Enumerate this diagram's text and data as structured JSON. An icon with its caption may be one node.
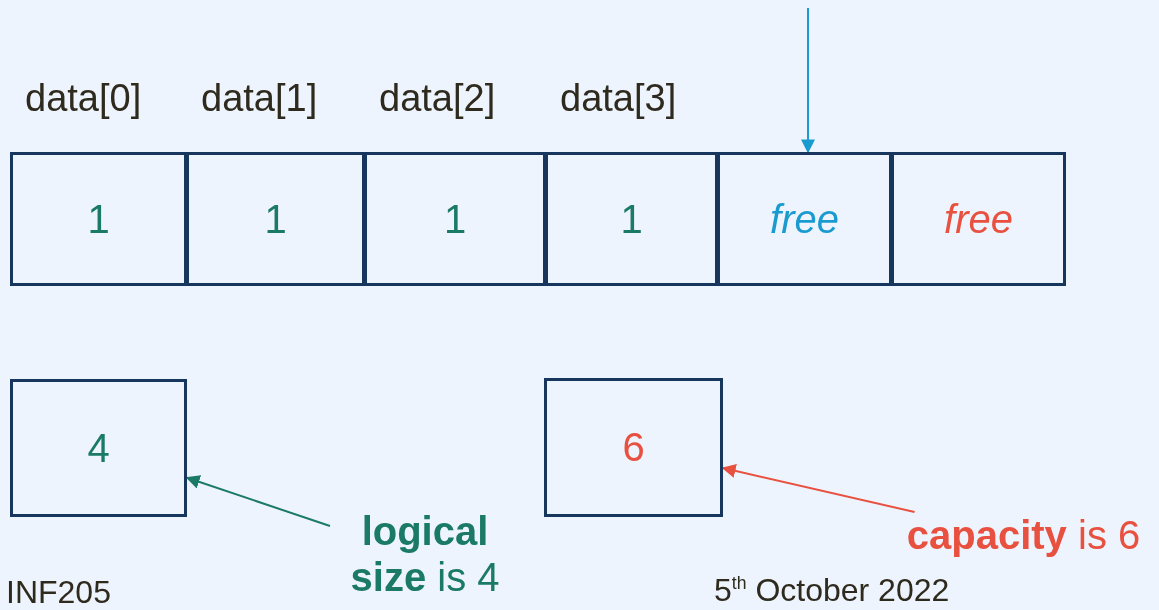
{
  "diagram": {
    "nodes": [
      {
        "text": [
          "1"
        ],
        "beside": [
          "data[0]"
        ]
      },
      {
        "text": [
          "1"
        ],
        "beside": [
          "data[1]"
        ]
      },
      {
        "text": [
          "1"
        ],
        "beside": [
          "data[2]"
        ]
      },
      {
        "text": [
          "1"
        ],
        "beside": [
          "data[3]"
        ]
      },
      {
        "text": [
          "free"
        ]
      },
      {
        "text": [
          "free"
        ]
      },
      {
        "text": [
          "4"
        ]
      },
      {
        "text": [
          "6"
        ]
      },
      {
        "text": [
          "**logical size** is 4"
        ]
      },
      {
        "text": [
          "**capacity** is 6"
        ]
      }
    ],
    "edges": [
      {
        "from": null,
        "to": 4,
        "arrow": "to",
        "color": "#1a9bd0"
      },
      {
        "from": 8,
        "to": 6,
        "arrow": "to",
        "color": "#1a7a66"
      },
      {
        "from": 9,
        "to": 7,
        "arrow": "to",
        "color": "#e8503f"
      }
    ],
    "labels": [
      "INF205",
      "5$^{th}$ October 2022"
    ]
  }
}
